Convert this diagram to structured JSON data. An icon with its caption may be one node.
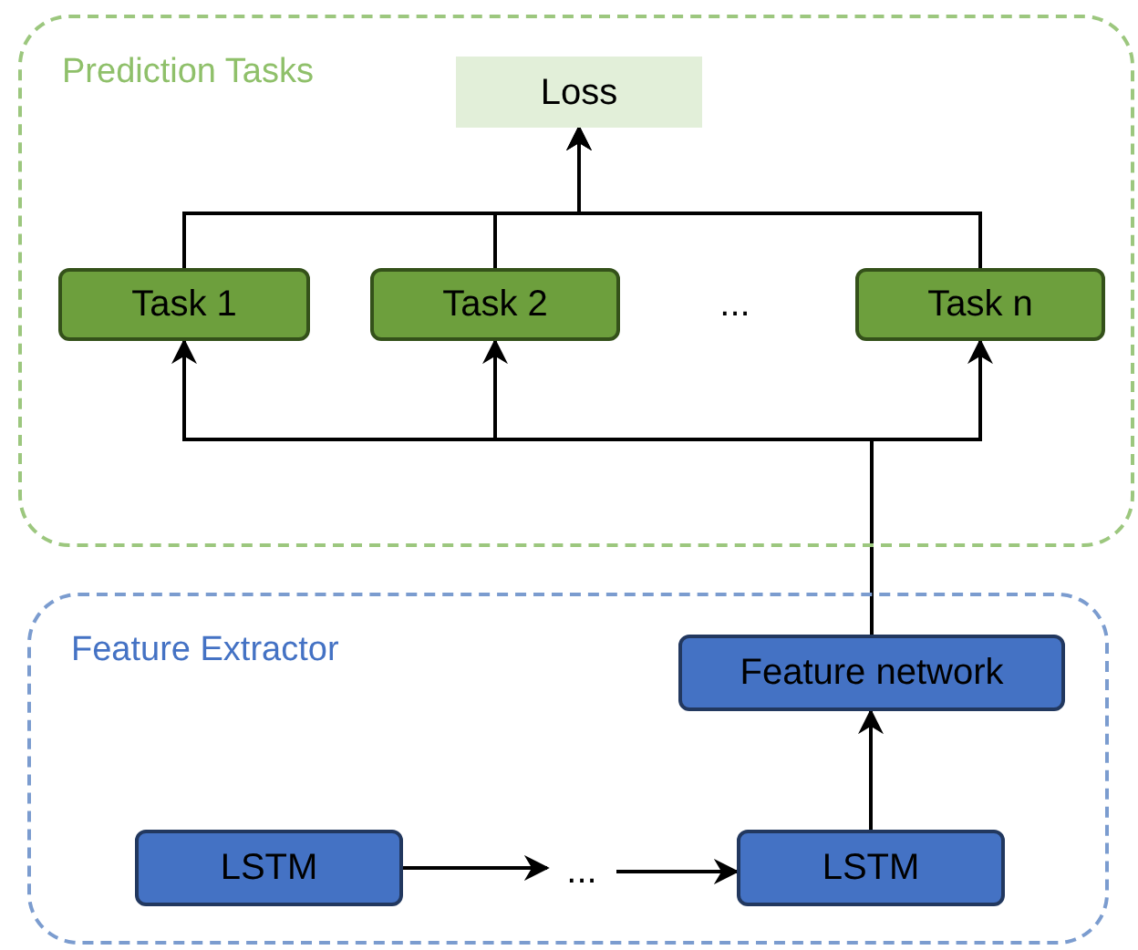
{
  "diagram": {
    "nodes": [
      {
        "text": [
          "Prediction Tasks"
        ]
      },
      {
        "text": [
          "Loss"
        ],
        "in": 0
      },
      {
        "text": [
          "Task 1"
        ],
        "in": 0
      },
      {
        "text": [
          "Task 2"
        ],
        "in": 0
      },
      {
        "text": [
          "..."
        ],
        "in": 0
      },
      {
        "text": [
          "Task n"
        ],
        "in": 0
      },
      {
        "text": [
          "Feature Extractor"
        ]
      },
      {
        "text": [
          "Feature network"
        ],
        "in": 6
      },
      {
        "text": [
          "LSTM"
        ],
        "in": 6
      },
      {
        "text": [
          "..."
        ],
        "in": 6
      },
      {
        "text": [
          "LSTM"
        ],
        "in": 6
      }
    ],
    "edges": [
      {
        "from": 2,
        "to": 1,
        "arrow": "to"
      },
      {
        "from": 3,
        "to": 1,
        "arrow": "to"
      },
      {
        "from": 5,
        "to": 1,
        "arrow": "to"
      },
      {
        "from": 7,
        "to": 2,
        "arrow": "to"
      },
      {
        "from": 7,
        "to": 3,
        "arrow": "to"
      },
      {
        "from": 7,
        "to": 5,
        "arrow": "to"
      },
      {
        "from": 8,
        "to": 9,
        "arrow": "to"
      },
      {
        "from": 9,
        "to": 10,
        "arrow": "to"
      },
      {
        "from": 10,
        "to": 7,
        "arrow": "to"
      }
    ]
  }
}
